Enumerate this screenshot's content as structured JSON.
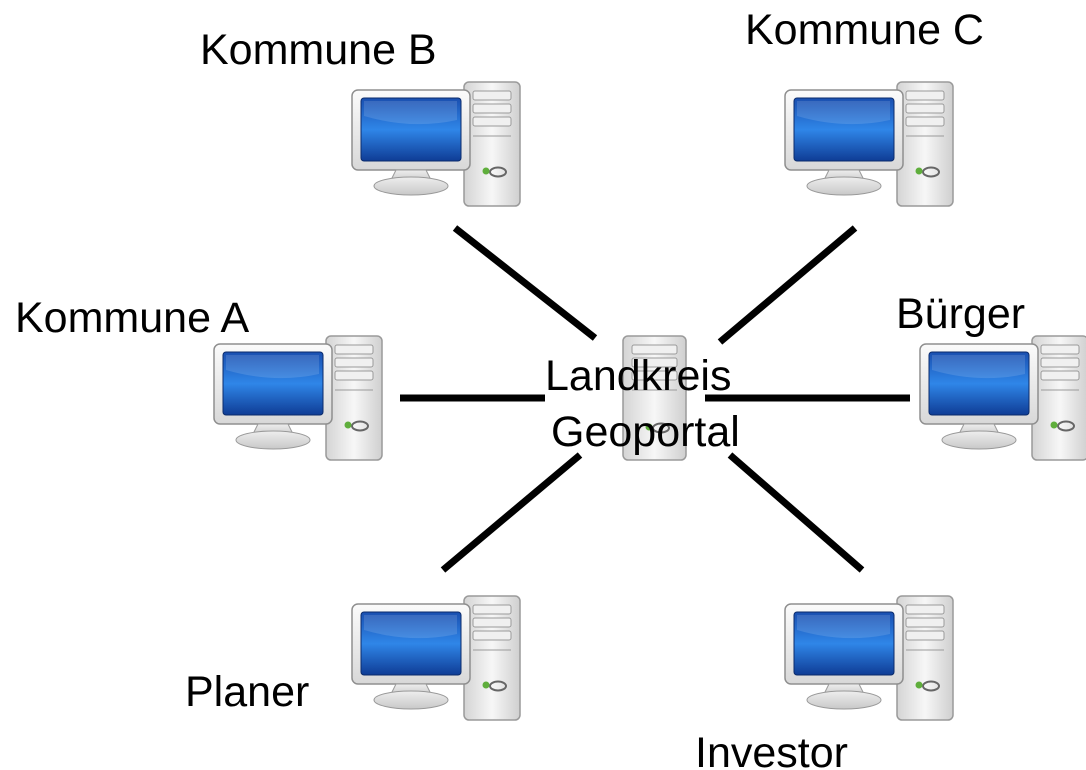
{
  "diagram": {
    "hub": {
      "line1": "Landkreis",
      "line2": "Geoportal"
    },
    "nodes": [
      {
        "id": "kommune-a",
        "label": "Kommune A"
      },
      {
        "id": "kommune-b",
        "label": "Kommune B"
      },
      {
        "id": "kommune-c",
        "label": "Kommune C"
      },
      {
        "id": "buerger",
        "label": "Bürger"
      },
      {
        "id": "planer",
        "label": "Planer"
      },
      {
        "id": "investor",
        "label": "Investor"
      }
    ],
    "icons": {
      "computer": "desktop-computer-icon",
      "server": "server-tower-icon"
    }
  }
}
